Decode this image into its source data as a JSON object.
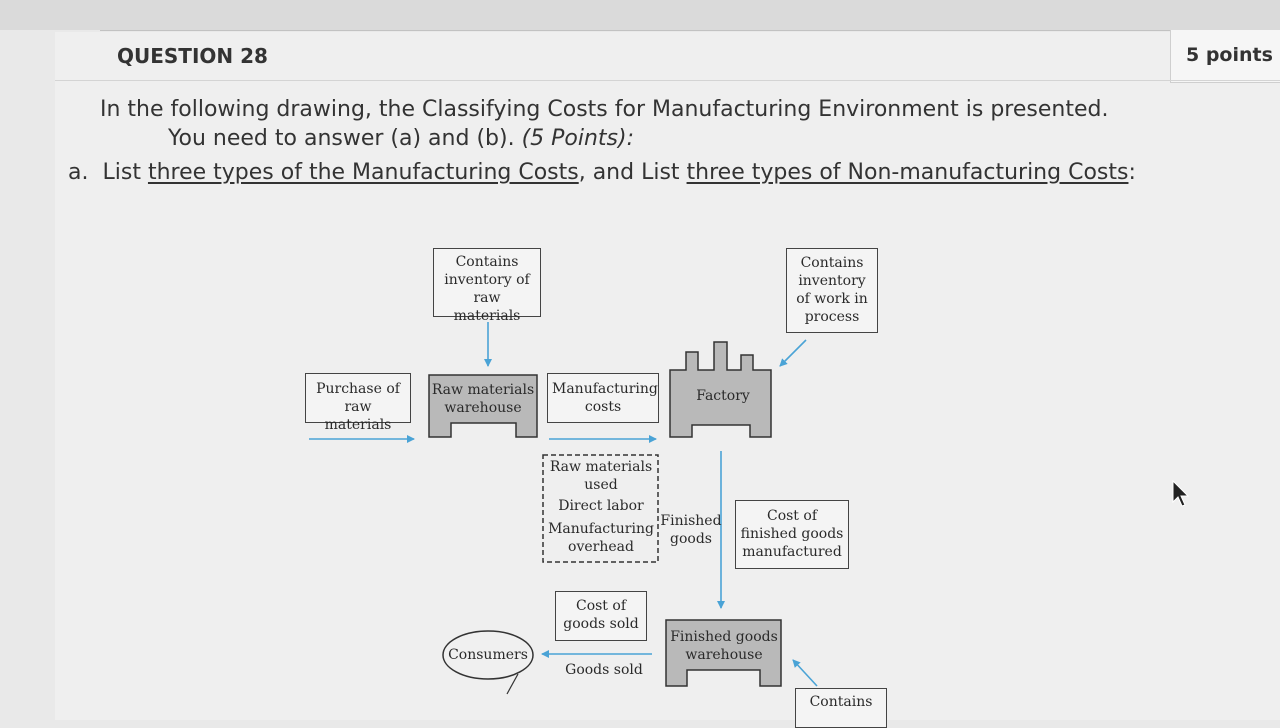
{
  "question": {
    "title": "QUESTION 28",
    "points": "5 points",
    "line1": "In the following drawing, the Classifying Costs for Manufacturing Environment is presented.",
    "line2_a": "You need to answer (a) and (b).",
    "line2_b": "(5 Points):",
    "item_marker": "a.",
    "item_text_1": "List",
    "item_link_1": "three types of the Manufacturing Costs",
    "item_text_2": ",  and List",
    "item_link_2": "three types of Non-manufacturing Costs",
    "item_text_3": ":"
  },
  "diagram": {
    "raw_inventory_box": "Contains inventory of raw materials",
    "wip_inventory_box": "Contains inventory of work in process",
    "purchase_box": "Purchase of raw materials",
    "raw_warehouse": "Raw materials warehouse",
    "manufacturing_costs_box": "Manufacturing costs",
    "factory": "Factory",
    "cost_items": [
      "Raw materials used",
      "Direct labor",
      "Manufacturing overhead"
    ],
    "finished_goods_label": "Finished goods",
    "cost_finished_box": "Cost of finished goods manufactured",
    "cost_goods_sold_box": "Cost of goods sold",
    "finished_warehouse": "Finished goods warehouse",
    "consumers": "Consumers",
    "goods_sold": "Goods sold",
    "finished_inventory_box": "Contains"
  },
  "colors": {
    "arrow": "#4aa3d6"
  }
}
